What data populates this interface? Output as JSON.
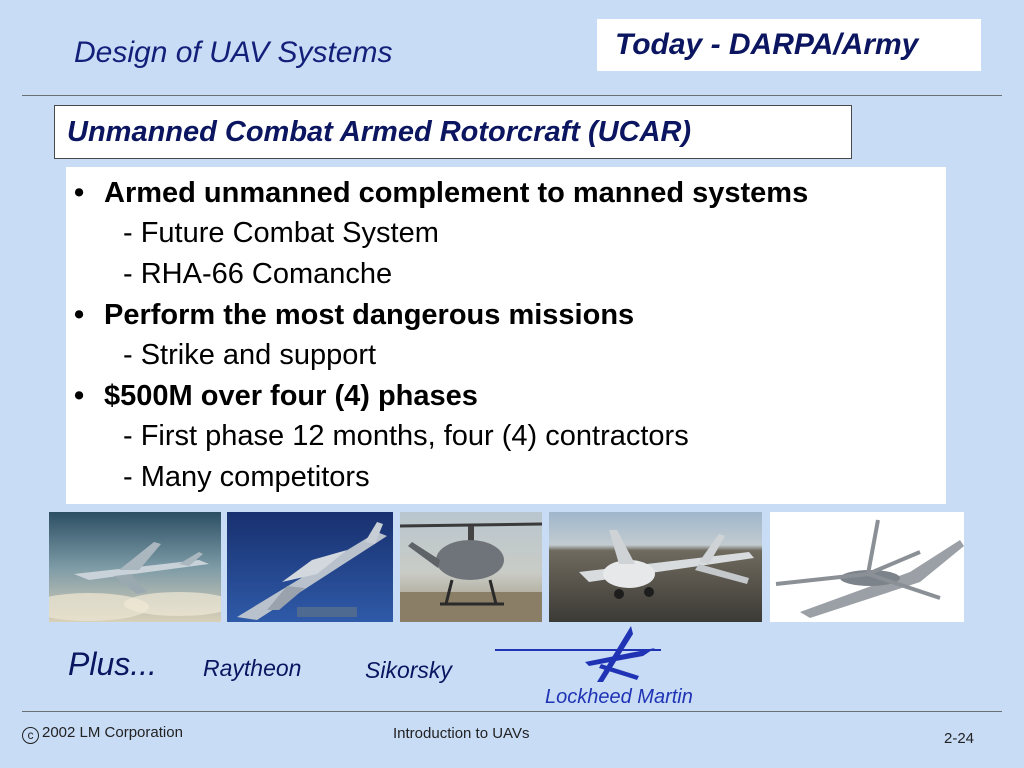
{
  "header": {
    "title": "Design of UAV Systems",
    "topic": "Today - DARPA/Army"
  },
  "slide": {
    "title": "Unmanned Combat Armed  Rotorcraft (UCAR)",
    "bullets": [
      {
        "marker": "•",
        "text": "Armed unmanned complement to manned systems",
        "subs": [
          "- Future Combat System",
          "- RHA-66 Comanche"
        ]
      },
      {
        "marker": "•",
        "text": "Perform the most dangerous missions",
        "subs": [
          "- Strike and support"
        ]
      },
      {
        "marker": "•",
        "text": "$500M over four (4) phases",
        "subs": [
          "- First phase 12 months, four (4) contractors",
          "- Many competitors"
        ]
      }
    ]
  },
  "images": [
    {
      "icon": "uav-concept-cloud-photo"
    },
    {
      "icon": "uav-concept-navy-photo"
    },
    {
      "icon": "unmanned-helicopter-photo"
    },
    {
      "icon": "uav-runway-photo"
    },
    {
      "icon": "rotorcraft-render-photo"
    }
  ],
  "competitors": {
    "plus": "Plus...",
    "raytheon": "Raytheon",
    "sikorsky": "Sikorsky",
    "lockheed": "Lockheed Martin",
    "logo_icon": "lockheed-martin-star-logo"
  },
  "footer": {
    "copyright_symbol": "c",
    "copyright": "2002 LM Corporation",
    "course": "Introduction to UAVs",
    "page": "2-24"
  },
  "colors": {
    "background": "#c8dcf6",
    "title_text": "#0b1560",
    "logo_blue": "#1f33b4"
  }
}
